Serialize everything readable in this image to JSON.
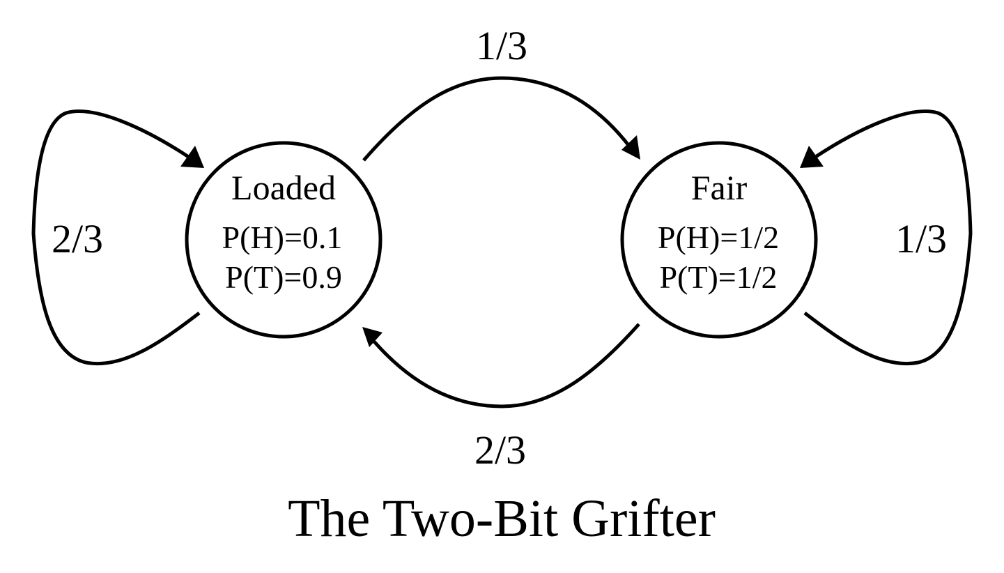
{
  "title": "The Two-Bit Grifter",
  "states": {
    "loaded": {
      "name": "Loaded",
      "p_heads": "P(H)=0.1",
      "p_tails": "P(T)=0.9"
    },
    "fair": {
      "name": "Fair",
      "p_heads": "P(H)=1/2",
      "p_tails": "P(T)=1/2"
    }
  },
  "transitions": {
    "loaded_to_fair": "1/3",
    "fair_to_loaded": "2/3",
    "loaded_to_loaded": "2/3",
    "fair_to_fair": "1/3"
  }
}
